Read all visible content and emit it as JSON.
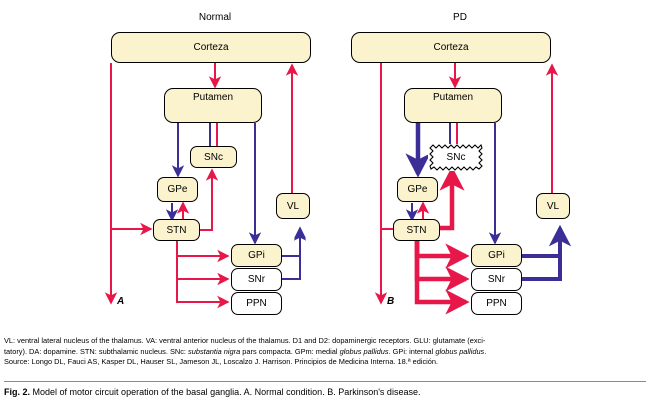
{
  "figure": {
    "panels": [
      {
        "id": "A",
        "title": "Normal",
        "letter": "A",
        "nodes": [
          {
            "key": "corteza",
            "label": "Corteza"
          },
          {
            "key": "putamen",
            "label": "Putamen"
          },
          {
            "key": "snc",
            "label": "SNc"
          },
          {
            "key": "gpe",
            "label": "GPe"
          },
          {
            "key": "stn",
            "label": "STN"
          },
          {
            "key": "vl",
            "label": "VL"
          },
          {
            "key": "gpi",
            "label": "GPi"
          },
          {
            "key": "snr",
            "label": "SNr"
          },
          {
            "key": "ppn",
            "label": "PPN"
          }
        ]
      },
      {
        "id": "B",
        "title": "PD",
        "letter": "B",
        "nodes": [
          {
            "key": "corteza",
            "label": "Corteza"
          },
          {
            "key": "putamen",
            "label": "Putamen"
          },
          {
            "key": "snc",
            "label": "SNc"
          },
          {
            "key": "gpe",
            "label": "GPe"
          },
          {
            "key": "stn",
            "label": "STN"
          },
          {
            "key": "vl",
            "label": "VL"
          },
          {
            "key": "gpi",
            "label": "GPi"
          },
          {
            "key": "snr",
            "label": "SNr"
          },
          {
            "key": "ppn",
            "label": "PPN"
          }
        ]
      }
    ],
    "colors": {
      "excitatory": "#e8174a",
      "inhibitory": "#3b2f97",
      "node_fill": "#fbf3cd",
      "node_fill_white": "#ffffff",
      "node_border": "#000000",
      "rule": "#8a8a8a"
    },
    "footnote": {
      "line1_a": "VL: ventral lateral nucleus of the thalamus. VA: ventral anterior nucleus of the thalamus. D1 and D2: dopaminergic receptors. GLU: glutamate (exci-",
      "line2_a": "tatory). DA: dopamine. STN: subthalamic nucleus. SNc: ",
      "line2_i1": "substantia nigra",
      "line2_b": " pars compacta. GPm: medial ",
      "line2_i2": "globus pallidus",
      "line2_c": ". GPi: internal ",
      "line2_i3": "globus pallidus",
      "line2_d": ".",
      "line3_a": "Source: Longo DL, Fauci AS, Kasper DL, Hauser SL, Jameson JL, Loscalzo J. Harrison. Principios de Medicina Interna. 18.ª edición."
    },
    "caption": {
      "label": "Fig. 2.",
      "text": "Model of motor circuit operation of the basal ganglia. A. Normal condition. B. Parkinson's disease."
    }
  }
}
